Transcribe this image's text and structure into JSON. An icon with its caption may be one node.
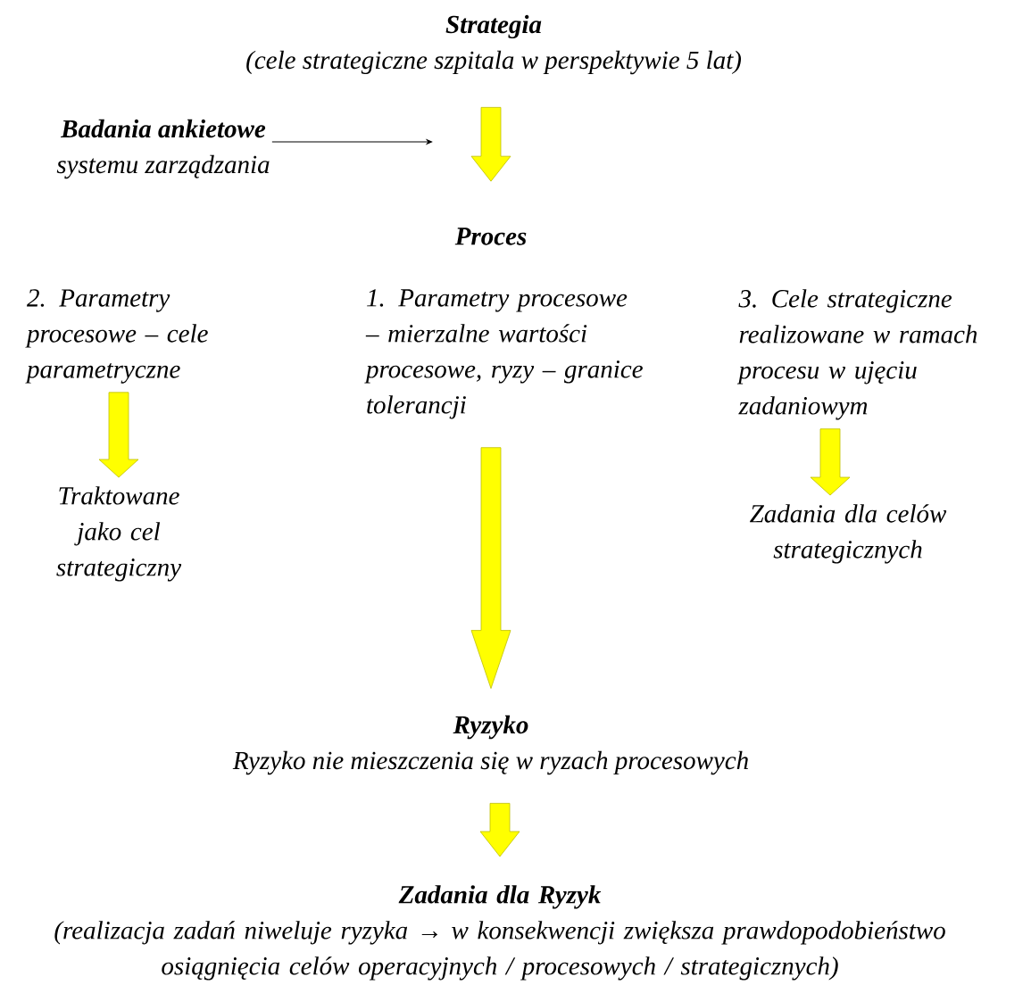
{
  "diagram": {
    "nodes": [
      {
        "text": [
          "Strategia",
          "(cele strategiczne szpitala w perspektywie 5 lat)"
        ]
      },
      {
        "text": [
          "Badania ankietowe",
          "systemu zarządzania"
        ]
      },
      {
        "text": [
          "Proces"
        ]
      },
      {
        "text": [
          "2. Parametry procesowe – cele parametryczne"
        ]
      },
      {
        "text": [
          "1. Parametry procesowe – mierzalne wartości procesowe, ryzy – granice tolerancji"
        ]
      },
      {
        "text": [
          "3. Cele strategiczne realizowane w ramach procesu w ujęciu zadaniowym"
        ]
      },
      {
        "text": [
          "Traktowane jako cel strategiczny"
        ]
      },
      {
        "text": [
          "Zadania dla celów strategicznych"
        ]
      },
      {
        "text": [
          "Ryzyko",
          "Ryzyko nie mieszczenia się w ryzach procesowych"
        ]
      },
      {
        "text": [
          "Zadania dla Ryzyk",
          "(realizacja zadań niweluje ryzyka → w konsekwencji zwiększa prawdopodobieństwo osiągnięcia celów operacyjnych / procesowych / strategicznych)"
        ]
      }
    ],
    "edges": [
      {
        "from": 1,
        "to": null,
        "arrow": "to",
        "color": "#000000"
      },
      {
        "from": 0,
        "to": 2,
        "arrow": "to"
      },
      {
        "from": 3,
        "to": 6,
        "arrow": "to"
      },
      {
        "from": 5,
        "to": 7,
        "arrow": "to"
      },
      {
        "from": 4,
        "to": 8,
        "arrow": "to"
      },
      {
        "from": 8,
        "to": 9,
        "arrow": "to"
      }
    ]
  }
}
